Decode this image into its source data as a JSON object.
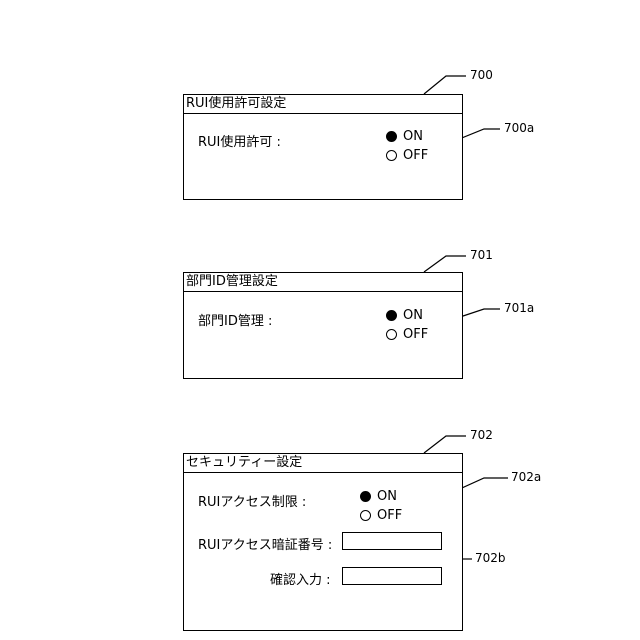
{
  "panels": [
    {
      "title": "RUI使用許可設定",
      "ref": "700",
      "field_label": "RUI使用許可 :",
      "options": [
        "ON",
        "OFF"
      ],
      "selected": "ON",
      "options_ref": "700a"
    },
    {
      "title": "部門ID管理設定",
      "ref": "701",
      "field_label": "部門ID管理 :",
      "options": [
        "ON",
        "OFF"
      ],
      "selected": "ON",
      "options_ref": "701a"
    },
    {
      "title": "セキュリティー設定",
      "ref": "702",
      "field_label": "RUIアクセス制限 :",
      "options": [
        "ON",
        "OFF"
      ],
      "selected": "ON",
      "options_ref": "702a",
      "inputs": [
        {
          "label": "RUIアクセス暗証番号 :",
          "value": ""
        },
        {
          "label": "確認入力 :",
          "value": ""
        }
      ],
      "inputs_ref": "702b"
    }
  ]
}
